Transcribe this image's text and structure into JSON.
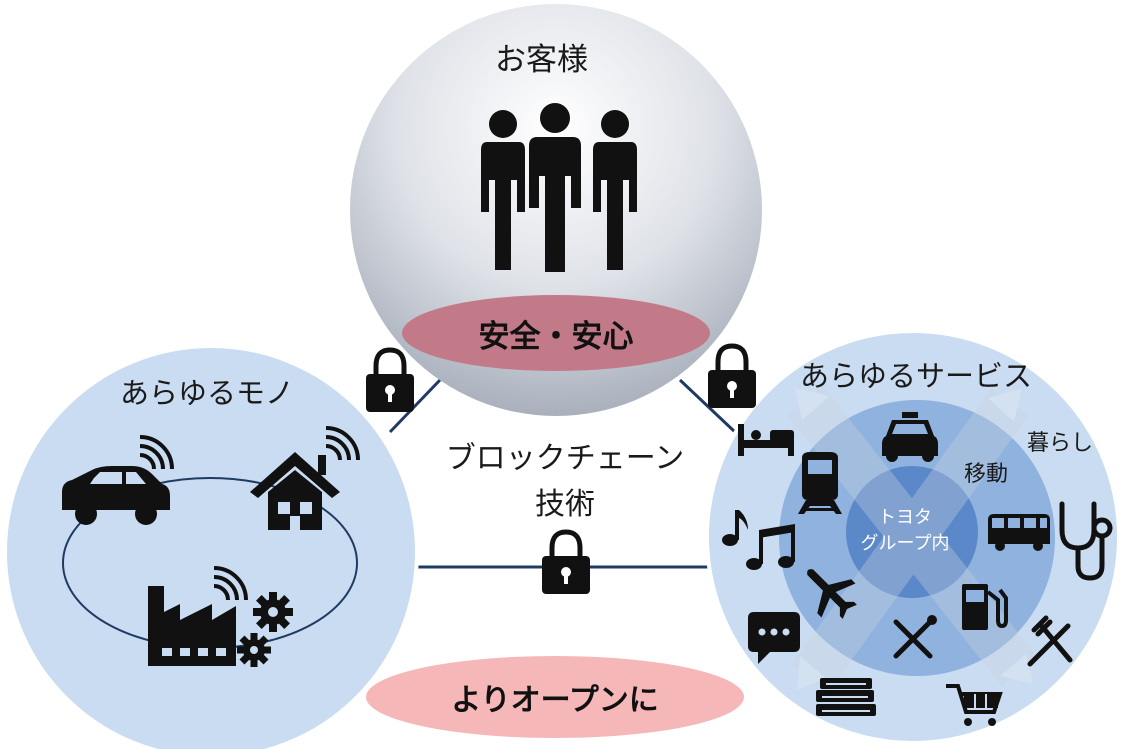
{
  "customers": {
    "title": "お客様",
    "badge": "安全・安心"
  },
  "things": {
    "title": "あらゆるモノ"
  },
  "services": {
    "title": "あらゆるサービス",
    "outer_ring": "暮らし",
    "middle_ring": "移動",
    "core_line1": "トヨタ",
    "core_line2": "グループ内"
  },
  "technology": {
    "line1": "ブロックチェーン",
    "line2": "技術"
  },
  "open_badge": "よりオープンに",
  "colors": {
    "pill_safety": "#c27a88",
    "pill_open": "#f5b7b8",
    "circle_light_blue": "#c9dcf1",
    "ring_mid_blue": "#8fb2df",
    "core_blue": "#5b88c8",
    "connector": "#1f3b63",
    "icon_black": "#111111"
  },
  "icons": [
    "people-icon",
    "lock-icon",
    "car-icon",
    "house-icon",
    "factory-icon",
    "gear-icon",
    "wifi-icon",
    "bed-icon",
    "taxi-icon",
    "train-icon",
    "bus-icon",
    "stethoscope-icon",
    "music-icon",
    "airplane-icon",
    "fuel-pump-icon",
    "tools-icon",
    "chat-icon",
    "fork-knife-icon",
    "books-icon",
    "cart-icon"
  ]
}
